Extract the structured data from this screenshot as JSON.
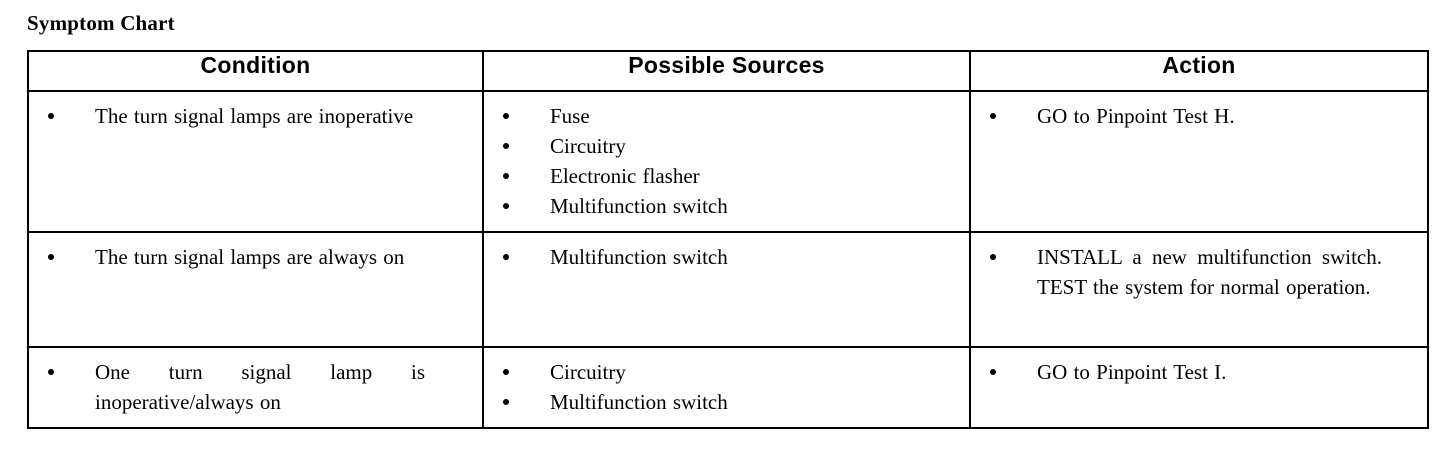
{
  "document": {
    "title": "Symptom Chart"
  },
  "table": {
    "headers": [
      {
        "label": "Condition"
      },
      {
        "label": "Possible Sources"
      },
      {
        "label": "Action"
      }
    ],
    "rows": [
      {
        "condition": [
          "The turn signal lamps are inoperative"
        ],
        "sources": [
          "Fuse",
          "Circuitry",
          "Electronic flasher",
          "Multifunction switch"
        ],
        "action": [
          "GO to Pinpoint Test H."
        ]
      },
      {
        "condition": [
          "The turn signal lamps are always on"
        ],
        "sources": [
          "Multifunction switch"
        ],
        "action": [
          "INSTALL a new multifunction switch. TEST the system for normal operation."
        ]
      },
      {
        "condition": [
          "One turn signal lamp is inoperative/always on"
        ],
        "sources": [
          "Circuitry",
          "Multifunction switch"
        ],
        "action": [
          "GO to Pinpoint Test I."
        ]
      }
    ]
  },
  "colors": {
    "border": "#000000",
    "text": "#000000",
    "background": "#ffffff"
  }
}
